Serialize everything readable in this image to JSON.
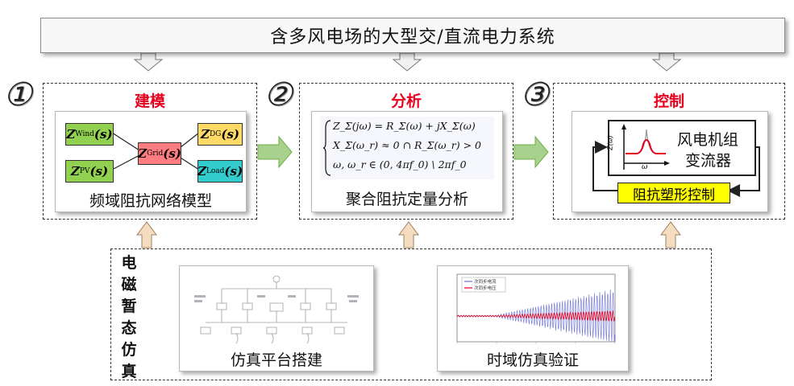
{
  "banner": {
    "title": "含多风电场的大型交/直流电力系统"
  },
  "stages": [
    {
      "number": "①",
      "title": "建模",
      "caption": "频域阻抗网络模型"
    },
    {
      "number": "②",
      "title": "分析",
      "caption": "聚合阻抗定量分析"
    },
    {
      "number": "③",
      "title": "控制",
      "caption": "阻抗塑形控制"
    }
  ],
  "network": {
    "nodes": [
      {
        "label": "Z",
        "sub": "Wind",
        "arg": "(s)",
        "color": "#92d050"
      },
      {
        "label": "Z",
        "sub": "PV",
        "arg": "(s)",
        "color": "#92d050"
      },
      {
        "label": "Z",
        "sub": "Grid",
        "arg": "(s)",
        "color": "#ff7c80"
      },
      {
        "label": "Z",
        "sub": "DG",
        "arg": "(s)",
        "color": "#ffd966"
      },
      {
        "label": "Z",
        "sub": "Load",
        "arg": "(s)",
        "color": "#33cccc"
      }
    ]
  },
  "analysis": {
    "equations": [
      "Z_Σ(jω) = R_Σ(ω) + jX_Σ(ω)",
      "X_Σ(ω_r) ≈ 0 ∩ R_Σ(ω_r) > 0",
      "ω, ω_r ∈ (0, 4πf_0) \\ 2πf_0"
    ]
  },
  "control": {
    "device_line1": "风电机组",
    "device_line2": "变流器",
    "ylabel": "Z(ω)",
    "xlabel": "ω"
  },
  "em_sim": {
    "label_chars": [
      "电",
      "磁",
      "暂",
      "态",
      "仿",
      "真"
    ],
    "platform_caption": "仿真平台搭建",
    "verify_caption": "时域仿真验证",
    "legend": [
      "次同步电流",
      "次同步电压"
    ]
  },
  "colors": {
    "accent_red": "#e8001c",
    "green_arrow": "#a9d18e",
    "tan_arrow": "#f4dcc1",
    "gray_arrow": "#f2f2f2"
  }
}
